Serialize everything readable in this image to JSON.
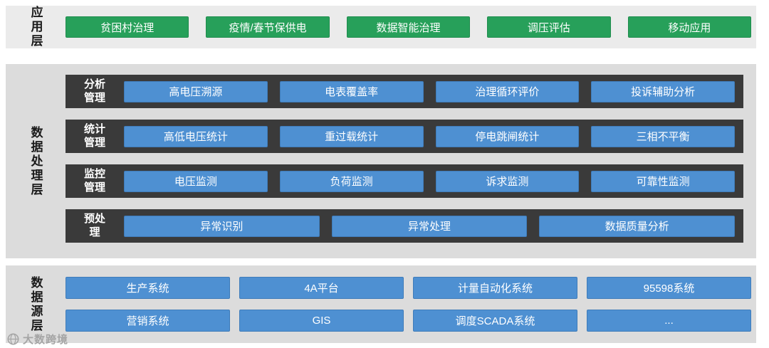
{
  "layers": {
    "application": {
      "label": "应用层",
      "items": [
        "贫困村治理",
        "疫情/春节保供电",
        "数据智能治理",
        "调压评估",
        "移动应用"
      ]
    },
    "processing": {
      "label": "数据处理层",
      "rows": [
        {
          "label": "分析管理",
          "items": [
            "高电压溯源",
            "电表覆盖率",
            "治理循环评价",
            "投诉辅助分析"
          ]
        },
        {
          "label": "统计管理",
          "items": [
            "高低电压统计",
            "重过载统计",
            "停电跳闸统计",
            "三相不平衡"
          ]
        },
        {
          "label": "监控管理",
          "items": [
            "电压监测",
            "负荷监测",
            "诉求监测",
            "可靠性监测"
          ]
        },
        {
          "label": "预处理",
          "items": [
            "异常识别",
            "异常处理",
            "数据质量分析"
          ]
        }
      ]
    },
    "source": {
      "label": "数据源层",
      "rows": [
        [
          "生产系统",
          "4A平台",
          "计量自动化系统",
          "95598系统"
        ],
        [
          "营销系统",
          "GIS",
          "调度SCADA系统",
          "..."
        ]
      ]
    }
  },
  "watermark": {
    "text": "大数跨境",
    "icon": "globe-logo-icon"
  },
  "colors": {
    "green_button": "#27a05a",
    "blue_button": "#4e90d2",
    "dark_row": "#3a3a3a",
    "band_gray": "#dcdcdc",
    "band_light_gray": "#ebebeb"
  }
}
